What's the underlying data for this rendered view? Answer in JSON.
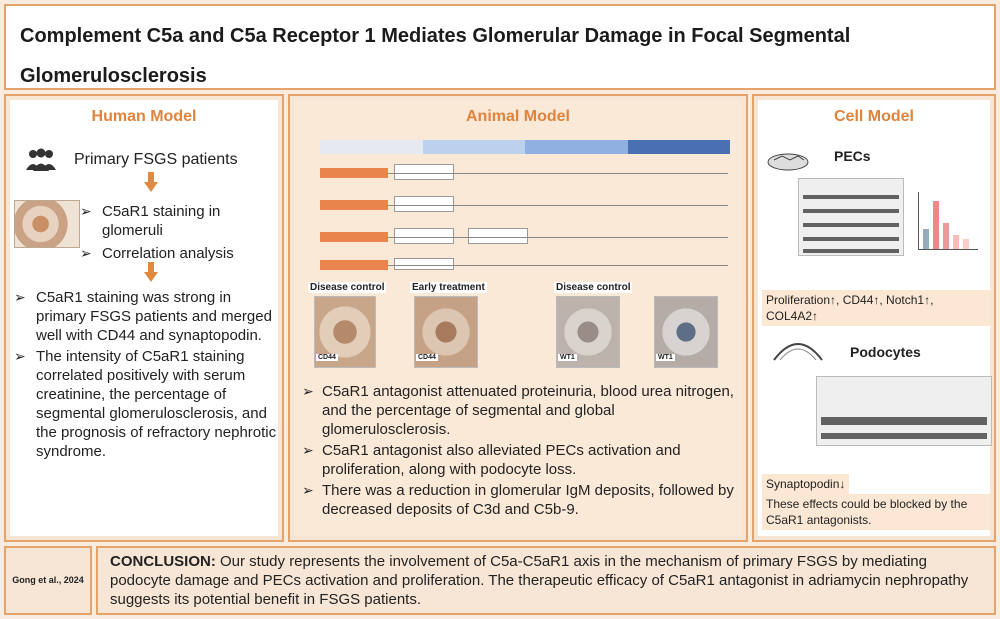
{
  "title": "Complement C5a and C5a Receptor 1 Mediates Glomerular Damage in Focal Segmental Glomerulosclerosis",
  "human": {
    "heading": "Human Model",
    "patients": "Primary FSGS patients",
    "steps": [
      "C5aR1 staining in glomeruli",
      "Correlation analysis"
    ],
    "findings": [
      "C5aR1 staining was strong in primary FSGS patients and merged well with CD44 and synaptopodin.",
      "The intensity of C5aR1 staining correlated positively with serum creatinine, the percentage of segmental glomerulosclerosis, and the prognosis of refractory nephrotic syndrome."
    ]
  },
  "animal": {
    "heading": "Animal Model",
    "micro_labels": [
      "Disease control",
      "Early treatment",
      "Disease control"
    ],
    "panel_labels": [
      "CD44",
      "CD44",
      "WT1",
      "WT1"
    ],
    "findings": [
      "C5aR1 antagonist attenuated proteinuria, blood urea nitrogen, and the percentage of segmental and global glomerulosclerosis.",
      "C5aR1 antagonist also alleviated PECs activation and proliferation, along with podocyte loss.",
      "There was a reduction in glomerular IgM deposits, followed by decreased deposits of C3d and C5b-9."
    ],
    "timeline_colors": [
      "#e6e9f2",
      "#bcd1ec",
      "#8fb0e0",
      "#4a6fb3"
    ]
  },
  "cell": {
    "heading": "Cell Model",
    "pecs": "PECs",
    "pecs_result": "Proliferation↑, CD44↑, Notch1↑, COL4A2↑",
    "podocytes": "Podocytes",
    "podo_result": "Synaptopodin↓",
    "podo_note": "These effects could be blocked by the C5aR1 antagonists."
  },
  "citation": "Gong et al., 2024",
  "conclusion": {
    "label": "CONCLUSION:",
    "text": " Our study represents the involvement of C5a-C5aR1 axis in the mechanism of primary FSGS by mediating podocyte damage and PECs activation and proliferation. The therapeutic efficacy of C5aR1 antagonist in adriamycin nephropathy suggests its potential benefit in FSGS patients."
  },
  "colors": {
    "accent": "#e0833c",
    "border": "#e3a36b",
    "panel_bg": "#f7e6d6"
  }
}
